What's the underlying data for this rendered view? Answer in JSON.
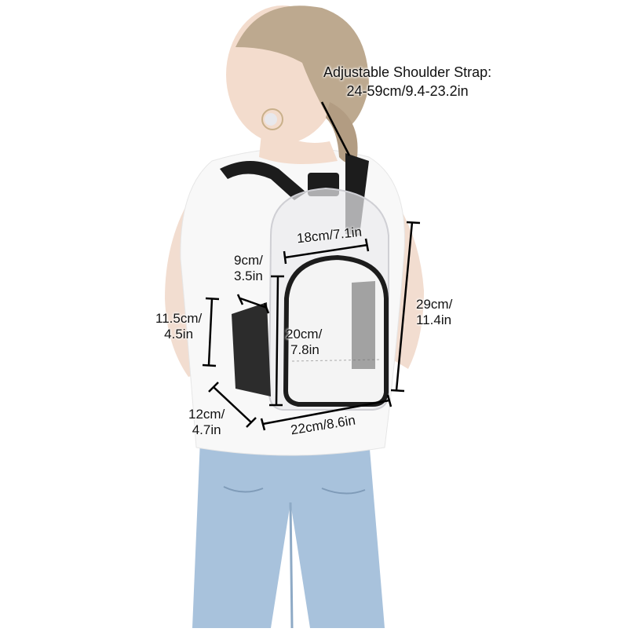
{
  "product": {
    "type": "clear backpack",
    "colors": {
      "trim": "#1c1c1c",
      "shirt": "#f7f7f7",
      "jeans": "#9bb8d6",
      "hair": "#b9a58e",
      "skin": "#f1d8c8",
      "mesh": "#2a2a2a"
    }
  },
  "annotations": {
    "strap": {
      "line1": "Adjustable Shoulder Strap:",
      "line2": "24-59cm/9.4-23.2in"
    },
    "top_width": {
      "text": "18cm/7.1in"
    },
    "depth_top": {
      "line1": "9cm/",
      "line2": "3.5in"
    },
    "pocket_height": {
      "line1": "11.5cm/",
      "line2": "4.5in"
    },
    "front_pocket_height": {
      "line1": "20cm/",
      "line2": "7.8in"
    },
    "total_height": {
      "line1": "29cm/",
      "line2": "11.4in"
    },
    "bottom_depth": {
      "line1": "12cm/",
      "line2": "4.7in"
    },
    "bottom_width": {
      "text": "22cm/8.6in"
    }
  }
}
